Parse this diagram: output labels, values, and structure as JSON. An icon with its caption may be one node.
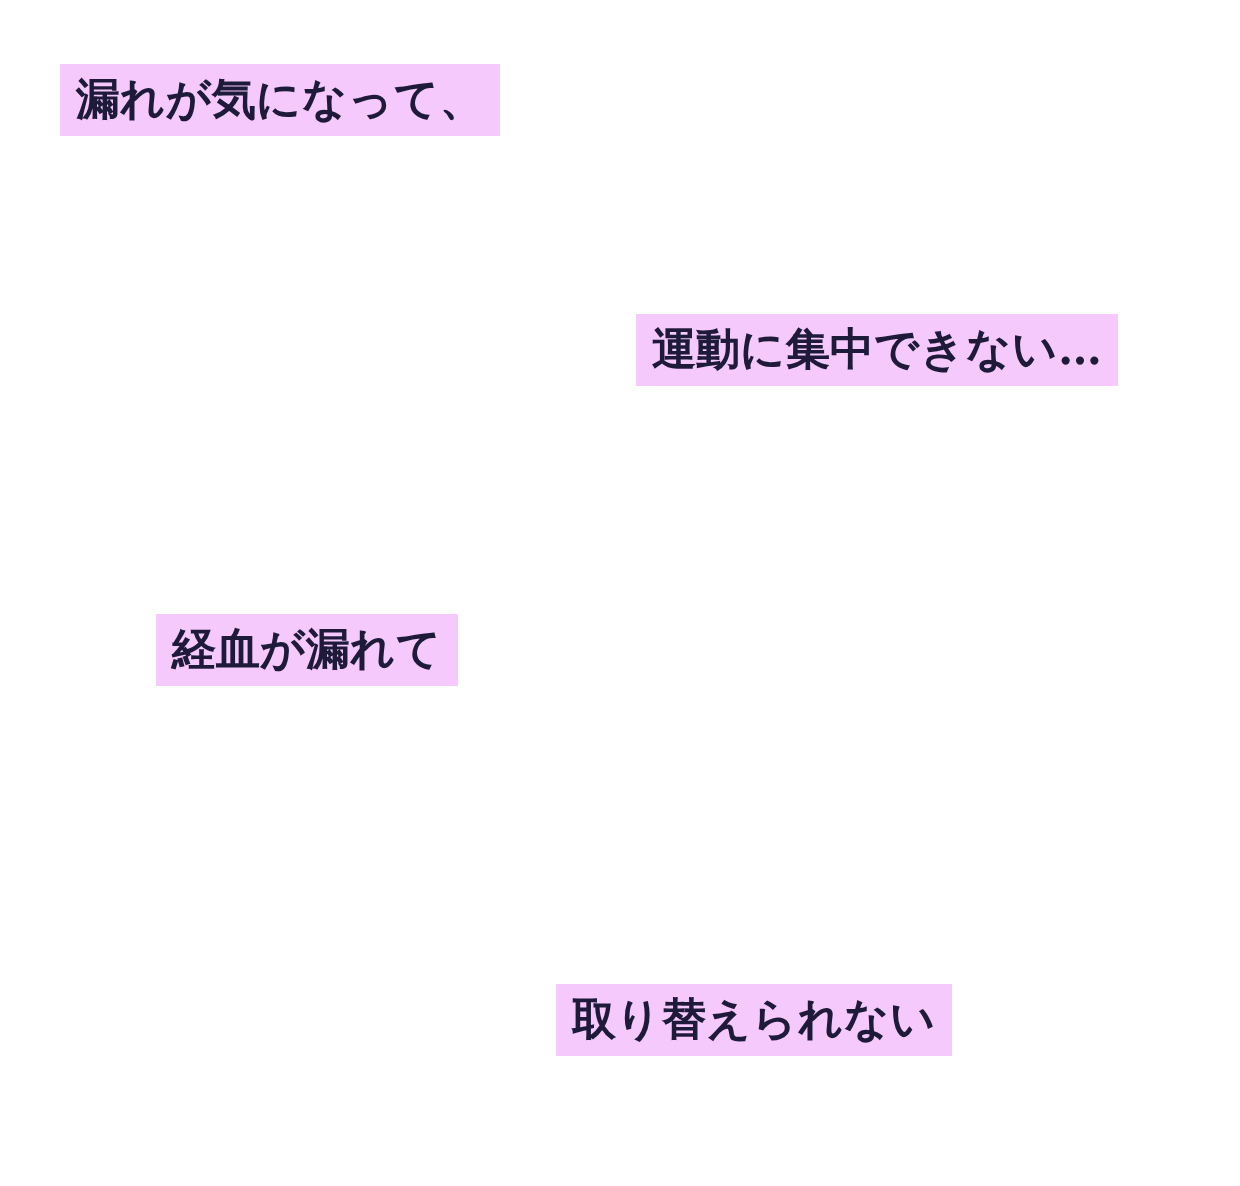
{
  "diagram": {
    "labels": [
      "漏れが気になって、",
      "運動に集中できない…",
      "経血が漏れて",
      "取り替えられない"
    ]
  }
}
